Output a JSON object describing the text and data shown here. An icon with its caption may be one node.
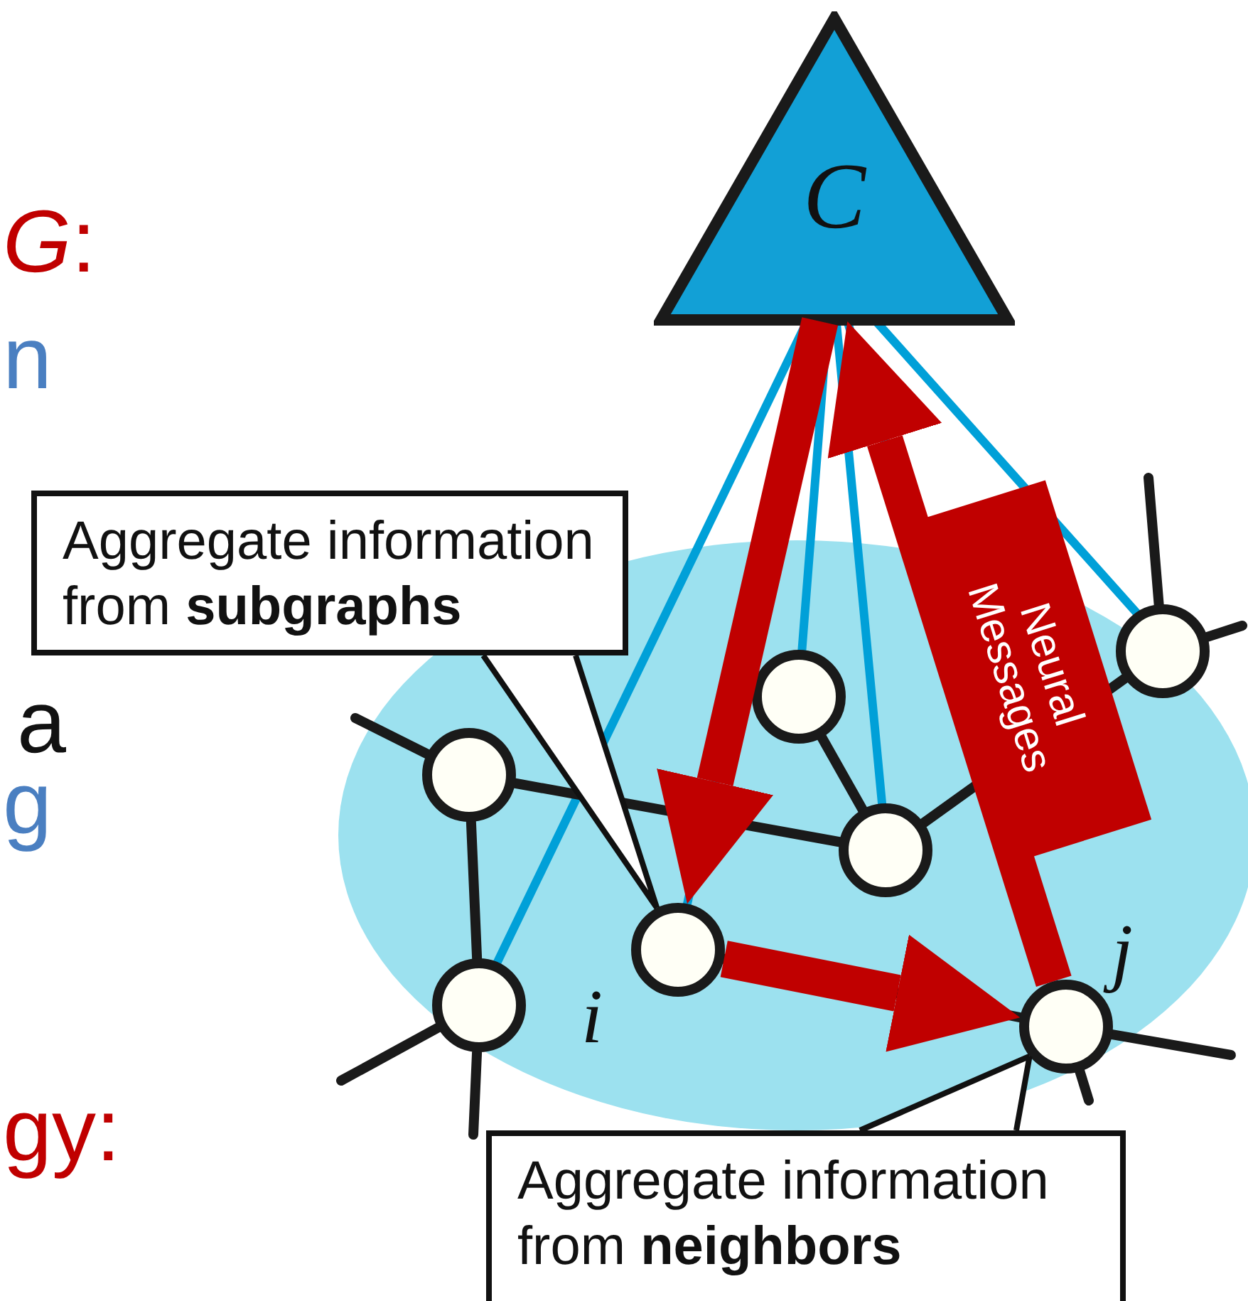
{
  "diagram": {
    "nodes": [
      {
        "text": [
          "C"
        ]
      },
      {
        "text": [],
        "shape": "ellipse"
      },
      {
        "text": [],
        "shape": "circle",
        "in": 1
      },
      {
        "text": [],
        "shape": "circle",
        "in": 1
      },
      {
        "text": [],
        "shape": "circle",
        "in": 1,
        "beside": [
          "i"
        ]
      },
      {
        "text": [],
        "shape": "circle",
        "in": 1
      },
      {
        "text": [],
        "shape": "circle",
        "in": 1
      },
      {
        "text": [],
        "shape": "circle",
        "in": 1
      },
      {
        "text": [],
        "shape": "circle",
        "in": 1,
        "beside": [
          "j"
        ]
      },
      {
        "text": [
          "Aggregate information from **subgraphs**"
        ]
      },
      {
        "text": [
          "Aggregate information from **neighbors**"
        ]
      }
    ],
    "edges": [
      {
        "from": 0,
        "to": 4,
        "arrow": "to",
        "style": "thick",
        "color": "#c00000"
      },
      {
        "from": 4,
        "to": 8,
        "arrow": "to",
        "style": "thick",
        "color": "#c00000"
      },
      {
        "from": 8,
        "to": 0,
        "arrow": "to",
        "label": "Neural Messages",
        "style": "thick",
        "color": "#c00000"
      },
      {
        "from": 9,
        "to": 4,
        "arrow": "none"
      },
      {
        "from": 10,
        "to": 8,
        "arrow": "none"
      },
      {
        "from": 0,
        "to": 3,
        "arrow": "none",
        "color": "#00a0d8"
      },
      {
        "from": 0,
        "to": 4,
        "arrow": "none",
        "color": "#00a0d8"
      },
      {
        "from": 0,
        "to": 5,
        "arrow": "none",
        "color": "#00a0d8"
      },
      {
        "from": 0,
        "to": 6,
        "arrow": "none",
        "color": "#00a0d8"
      },
      {
        "from": 0,
        "to": 7,
        "arrow": "none",
        "color": "#00a0d8"
      },
      {
        "from": 0,
        "to": 8,
        "arrow": "none",
        "color": "#00a0d8"
      },
      {
        "from": 2,
        "to": 3,
        "arrow": "none"
      },
      {
        "from": 2,
        "to": 6,
        "arrow": "none"
      },
      {
        "from": 5,
        "to": 6,
        "arrow": "none"
      },
      {
        "from": 6,
        "to": 7,
        "arrow": "none"
      },
      {
        "from": 4,
        "to": 8,
        "arrow": "none"
      },
      {
        "from": 2,
        "to": null,
        "arrow": "none"
      },
      {
        "from": 3,
        "to": null,
        "arrow": "none"
      },
      {
        "from": 3,
        "to": null,
        "arrow": "none"
      },
      {
        "from": 7,
        "to": null,
        "arrow": "none"
      },
      {
        "from": 7,
        "to": null,
        "arrow": "none"
      },
      {
        "from": 8,
        "to": null,
        "arrow": "none"
      },
      {
        "from": 8,
        "to": null,
        "arrow": "none"
      }
    ],
    "labels": [
      "*G*:",
      "n",
      "a",
      "g",
      "gy:"
    ]
  }
}
